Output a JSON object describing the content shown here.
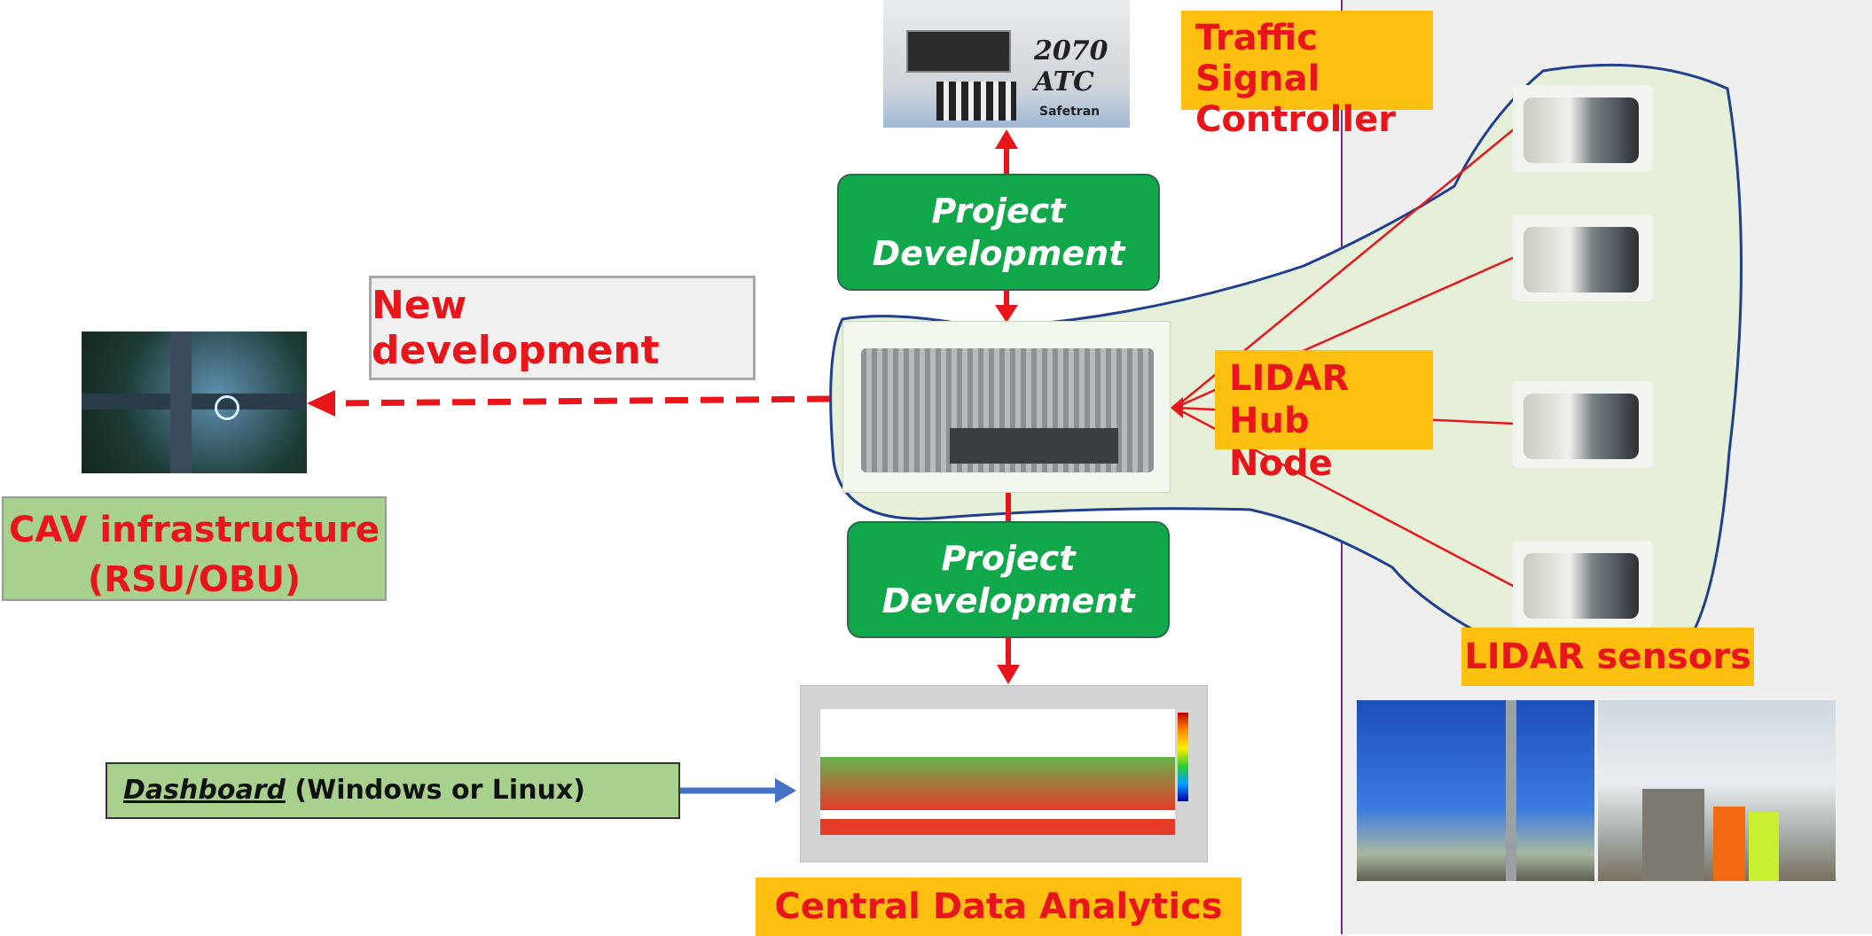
{
  "labels": {
    "traffic_signal_controller": "Traffic Signal Controller",
    "project_development_top": "Project Development",
    "project_development_bottom": "Project Development",
    "new_development": "New development",
    "lidar_hub_node": "LIDAR Hub Node",
    "cav_infrastructure_line1": "CAV infrastructure",
    "cav_infrastructure_line2": "(RSU/OBU)",
    "lidar_sensors": "LIDAR sensors",
    "dashboard_word": "Dashboard",
    "dashboard_os": " (Windows or Linux)",
    "central_data_analytics": "Central Data Analytics",
    "controller_model": "2070 ATC",
    "controller_brand": "Safetran"
  },
  "colors": {
    "label_text": "#e8161b",
    "label_bg": "#fdbf10",
    "project_box": "#11a84b",
    "cav_bg": "#a9d18e",
    "arrow_red": "#e8161b",
    "arrow_blue": "#4472c4",
    "hub_outline": "#1f3f8f",
    "hub_fill": "#e6f0d8"
  }
}
